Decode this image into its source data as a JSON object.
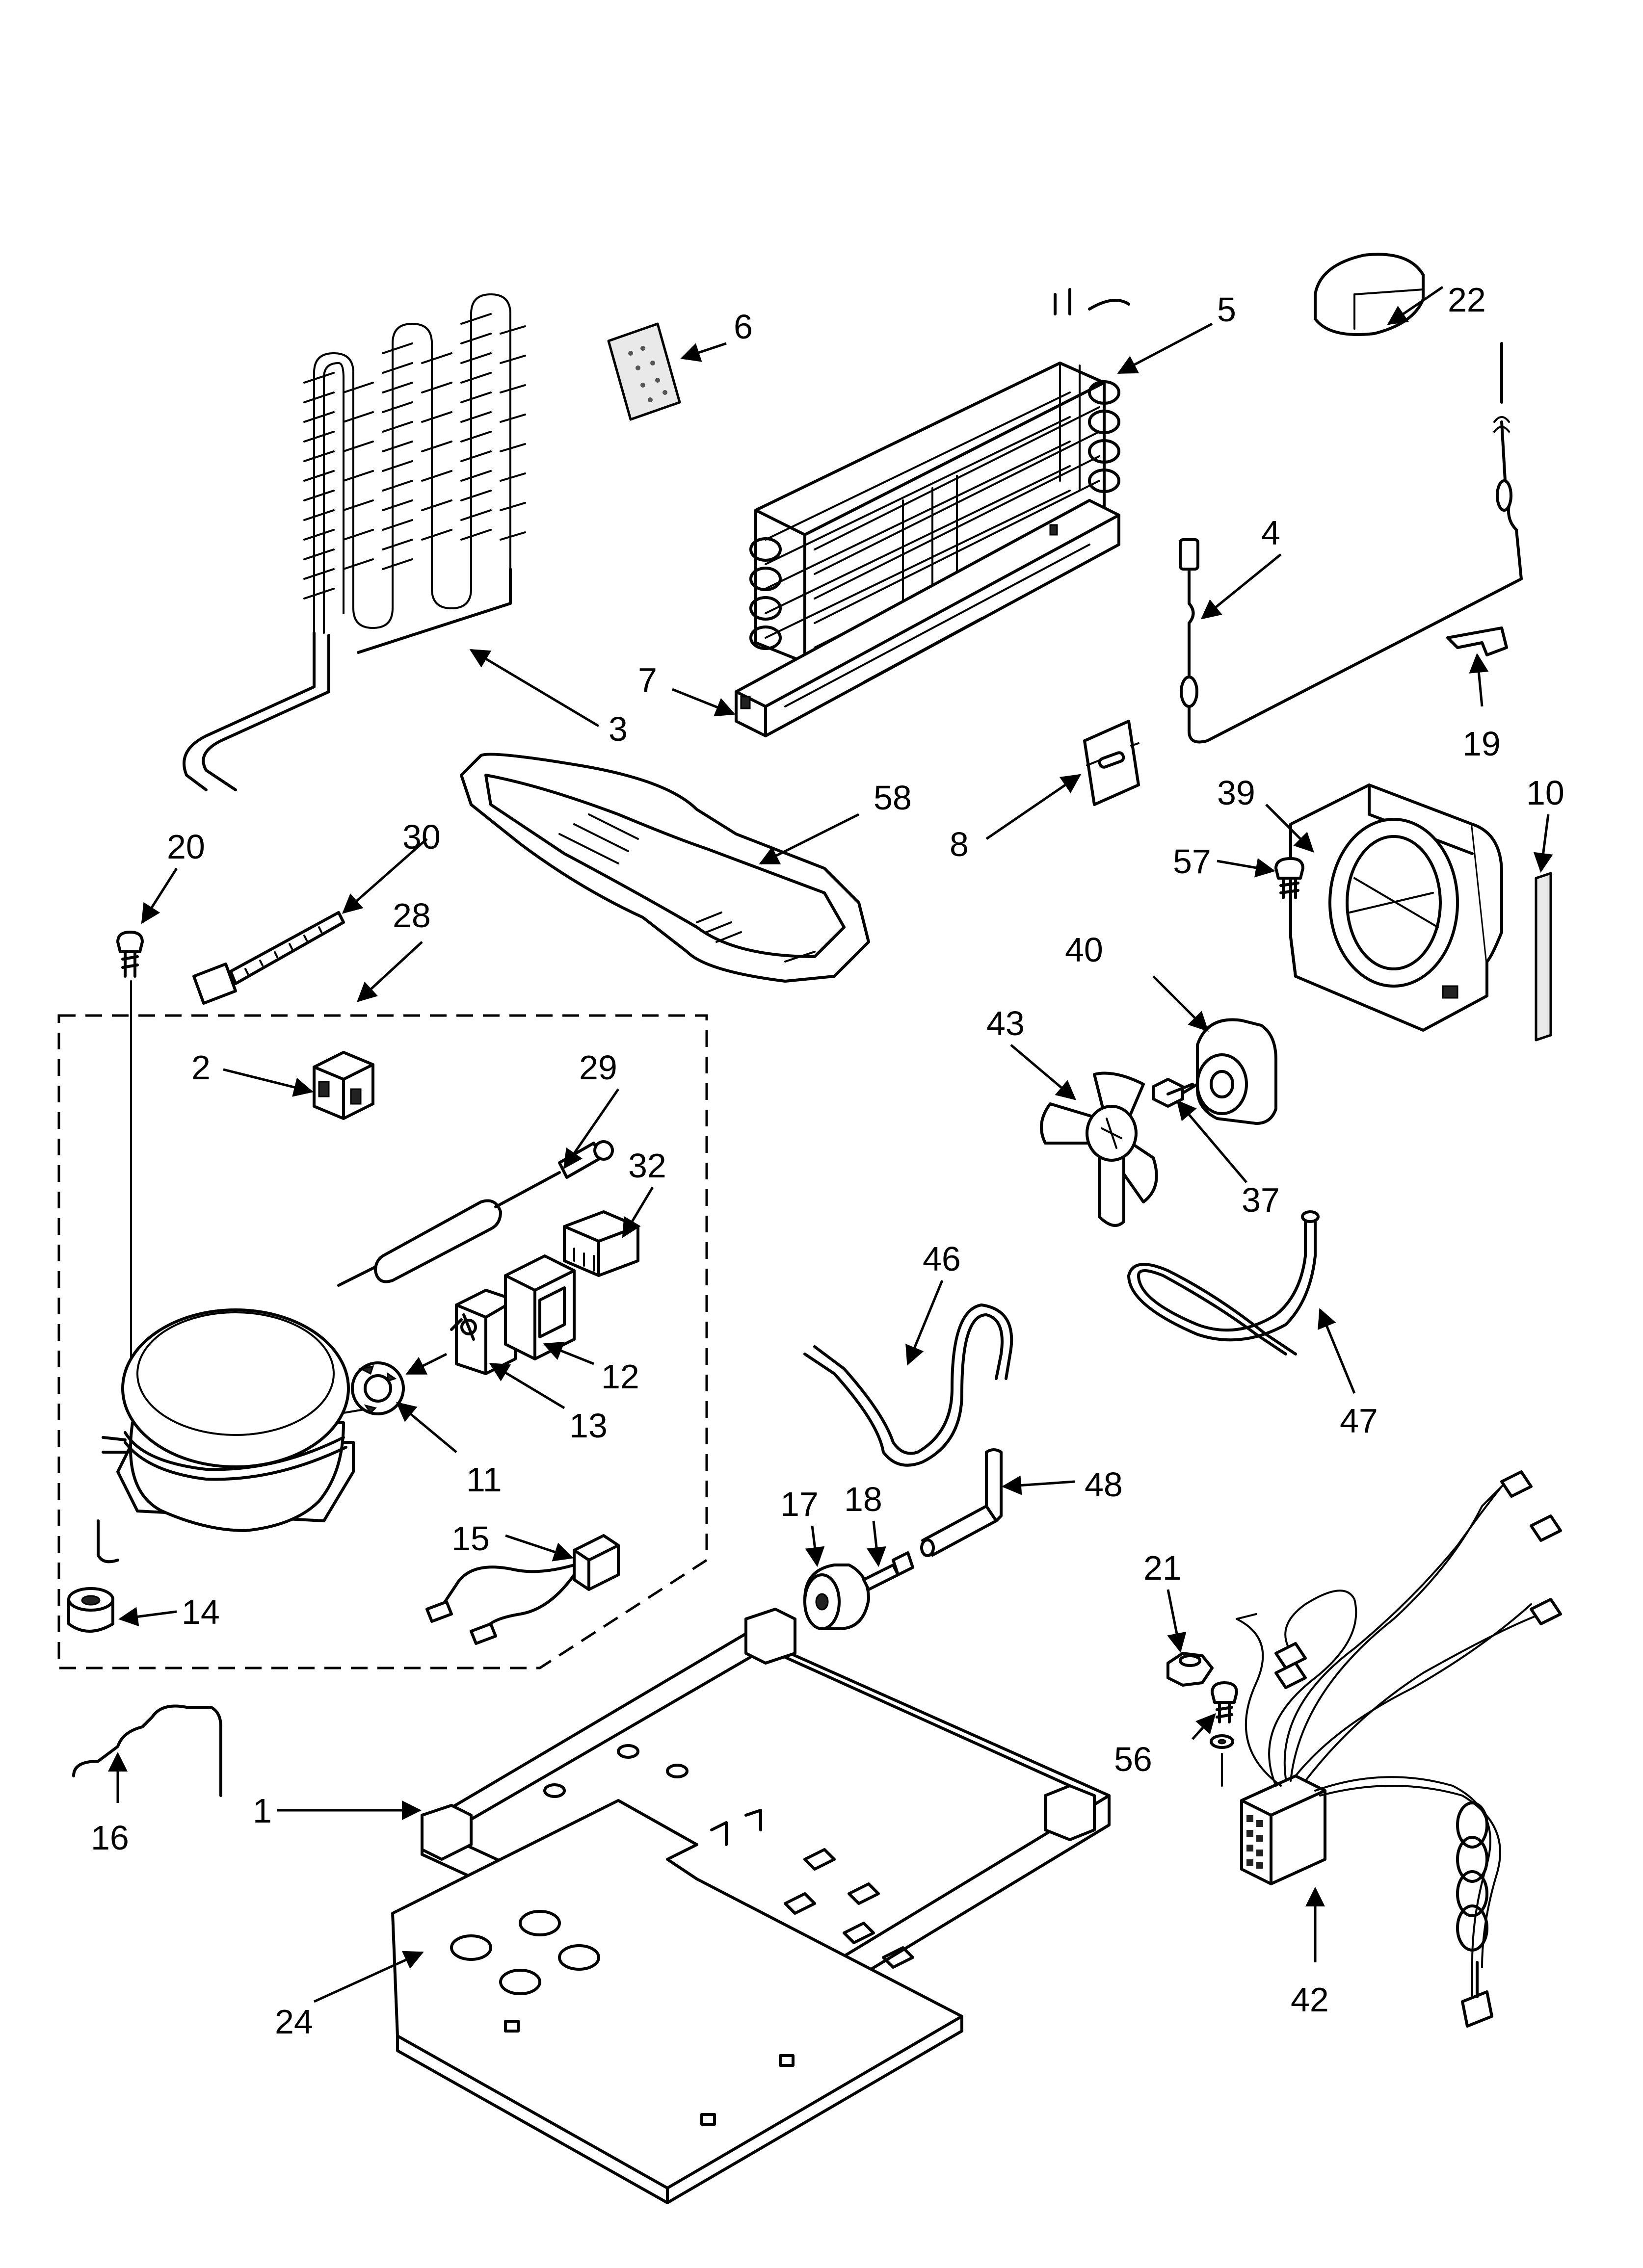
{
  "callouts": [
    {
      "id": "c1",
      "text": "1"
    },
    {
      "id": "c2",
      "text": "2"
    },
    {
      "id": "c3",
      "text": "3"
    },
    {
      "id": "c4",
      "text": "4"
    },
    {
      "id": "c5",
      "text": "5"
    },
    {
      "id": "c6",
      "text": "6"
    },
    {
      "id": "c7",
      "text": "7"
    },
    {
      "id": "c8",
      "text": "8"
    },
    {
      "id": "c10",
      "text": "10"
    },
    {
      "id": "c11",
      "text": "11"
    },
    {
      "id": "c12",
      "text": "12"
    },
    {
      "id": "c13",
      "text": "13"
    },
    {
      "id": "c14",
      "text": "14"
    },
    {
      "id": "c15",
      "text": "15"
    },
    {
      "id": "c16",
      "text": "16"
    },
    {
      "id": "c17",
      "text": "17"
    },
    {
      "id": "c18",
      "text": "18"
    },
    {
      "id": "c19",
      "text": "19"
    },
    {
      "id": "c20",
      "text": "20"
    },
    {
      "id": "c21",
      "text": "21"
    },
    {
      "id": "c22",
      "text": "22"
    },
    {
      "id": "c24",
      "text": "24"
    },
    {
      "id": "c28",
      "text": "28"
    },
    {
      "id": "c29",
      "text": "29"
    },
    {
      "id": "c30",
      "text": "30"
    },
    {
      "id": "c32",
      "text": "32"
    },
    {
      "id": "c37",
      "text": "37"
    },
    {
      "id": "c39",
      "text": "39"
    },
    {
      "id": "c40",
      "text": "40"
    },
    {
      "id": "c42",
      "text": "42"
    },
    {
      "id": "c43",
      "text": "43"
    },
    {
      "id": "c46",
      "text": "46"
    },
    {
      "id": "c47",
      "text": "47"
    },
    {
      "id": "c48",
      "text": "48"
    },
    {
      "id": "c56",
      "text": "56"
    },
    {
      "id": "c57",
      "text": "57"
    },
    {
      "id": "c58",
      "text": "58"
    }
  ]
}
